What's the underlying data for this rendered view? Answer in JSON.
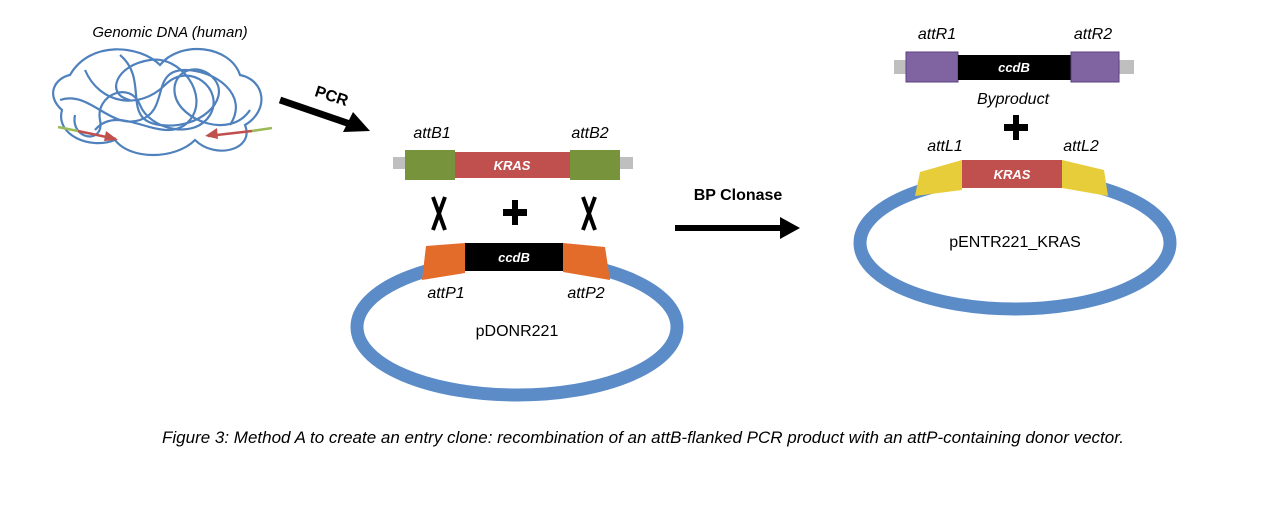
{
  "genomic": {
    "label": "Genomic DNA (human)"
  },
  "arrows": {
    "pcr": "PCR",
    "bp_clonase": "BP Clonase"
  },
  "pcr_product": {
    "left_site": "attB1",
    "right_site": "attB2",
    "gene": "KRAS"
  },
  "donor": {
    "left_site": "attP1",
    "right_site": "attP2",
    "cassette": "ccdB",
    "name": "pDONR221"
  },
  "byproduct": {
    "left_site": "attR1",
    "right_site": "attR2",
    "cassette": "ccdB",
    "label": "Byproduct"
  },
  "entry": {
    "left_site": "attL1",
    "right_site": "attL2",
    "gene": "KRAS",
    "name": "pENTR221_KRAS"
  },
  "symbols": {
    "plus": "+",
    "cross": "X"
  },
  "caption": "Figure 3: Method A to create an entry clone: recombination of an attB-flanked PCR product with an attP-containing donor vector.",
  "colors": {
    "plasmid": "#5B8CC8",
    "kras": "#C0504D",
    "attB": "#77933C",
    "attP": "#E46C2A",
    "attR": "#8064A2",
    "attL": "#E8CD3A",
    "ccdB": "#000000",
    "backbone": "#BFBFBF",
    "dna_tangle": "#4F81BD",
    "primer_green": "#9BBB59",
    "primer_red": "#C0504D"
  }
}
